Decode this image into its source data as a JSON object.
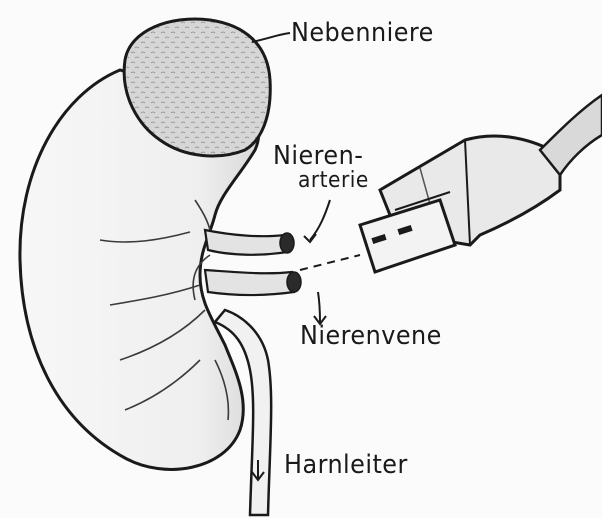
{
  "labels": {
    "adrenal_gland": "Nebenniere",
    "renal_artery_line1": "Nieren-",
    "renal_artery_line2": "arterie",
    "renal_vein": "Nierenvene",
    "ureter": "Harnleiter"
  },
  "colors": {
    "ink": "#1a1a1a",
    "paper": "#fbfbfb",
    "shading": "#cfcfcf"
  }
}
